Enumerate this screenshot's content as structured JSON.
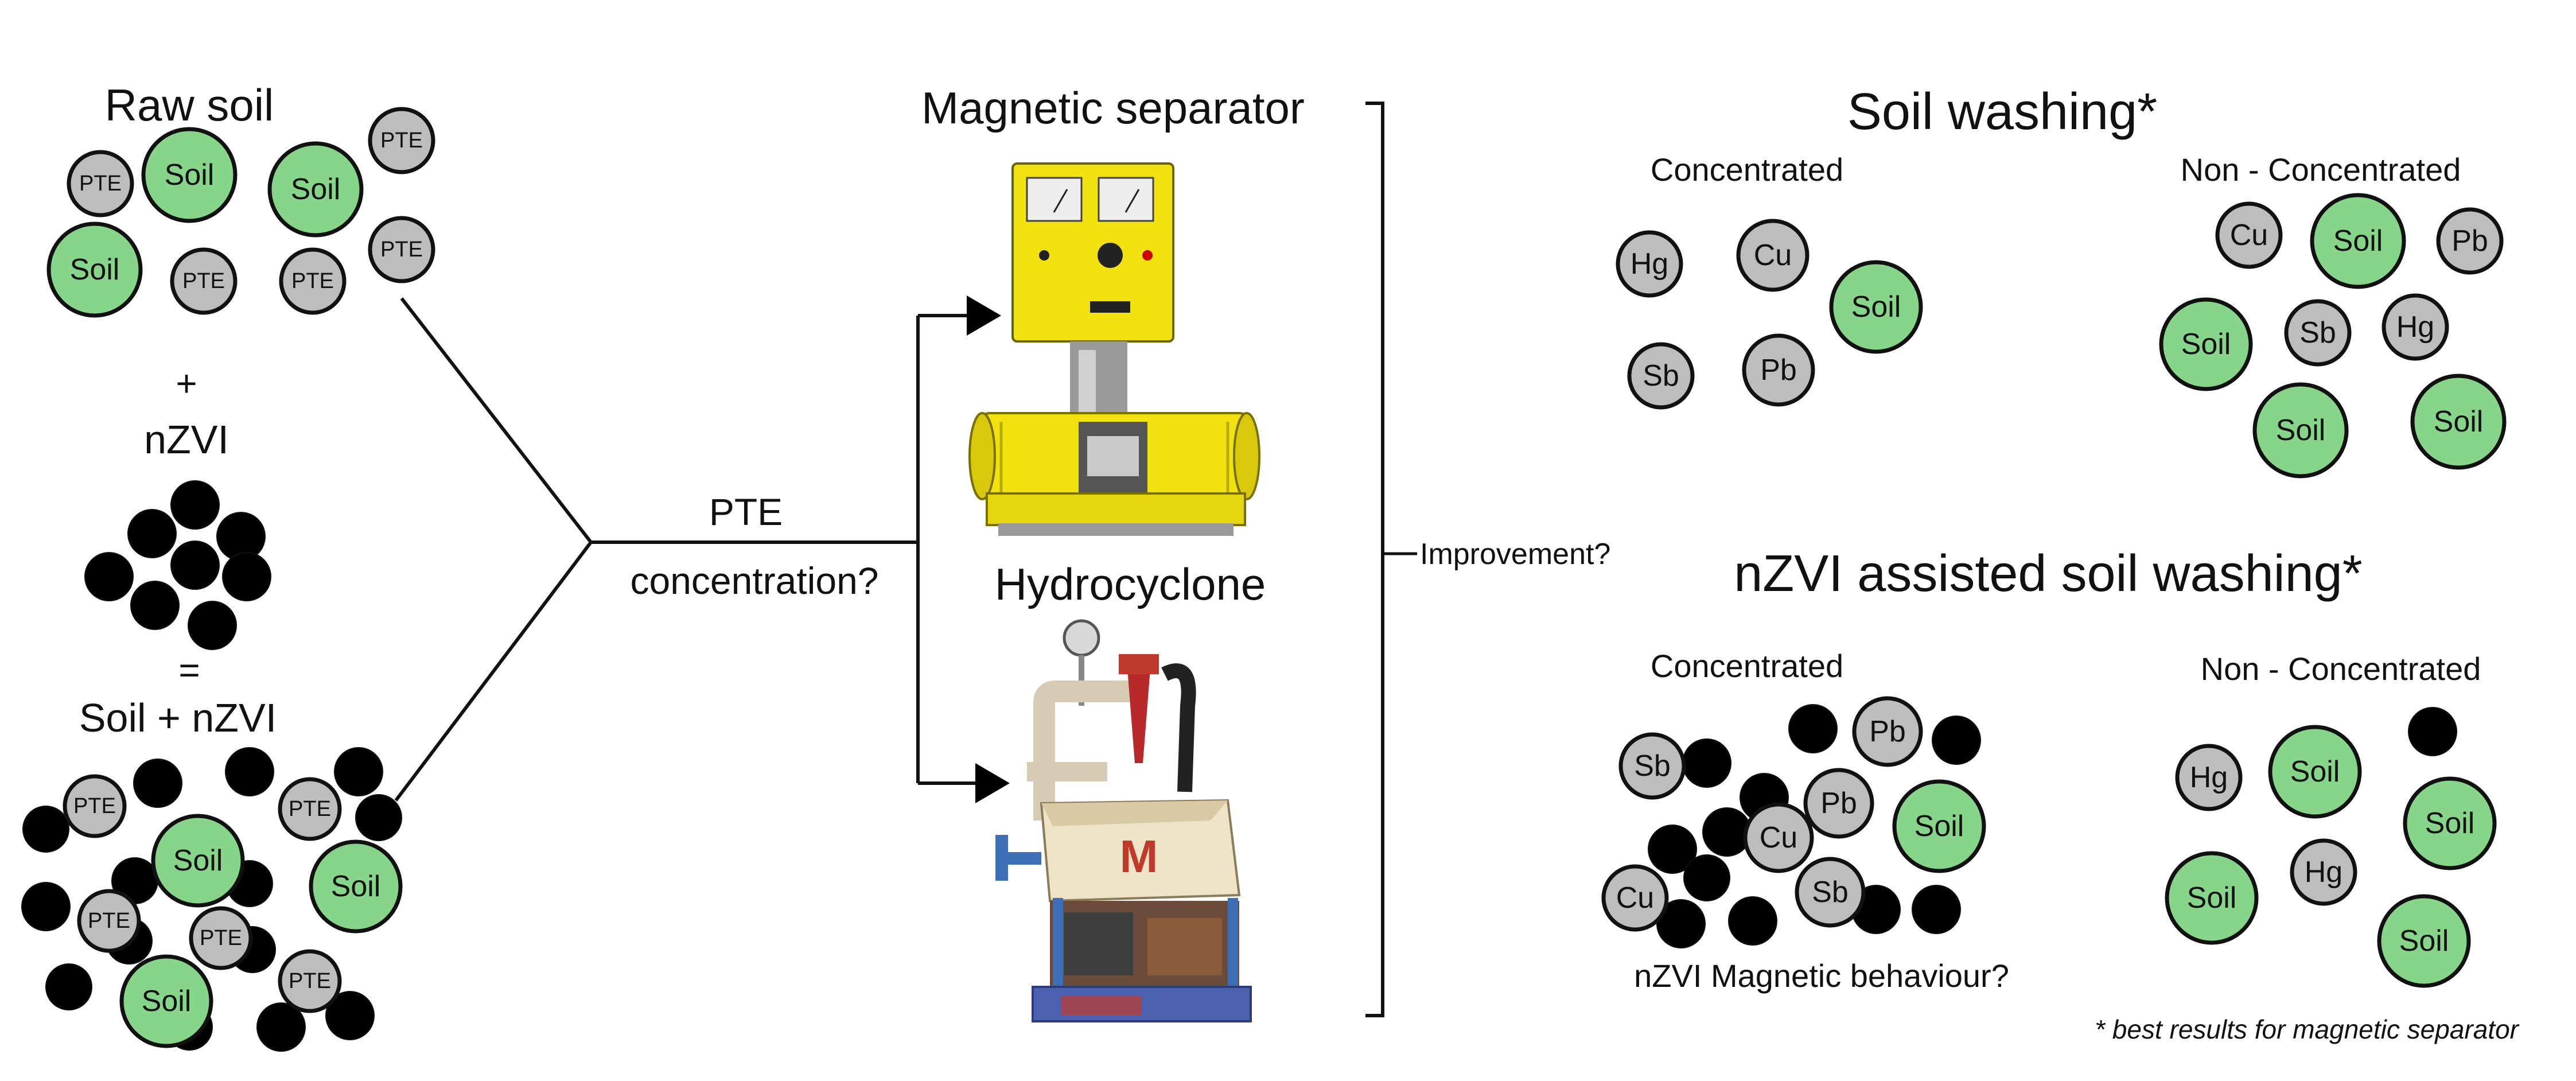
{
  "colors": {
    "soil_fill": "#86d58a",
    "pte_fill": "#bdbdbd",
    "nzvi_fill": "#000000",
    "outline": "#111111",
    "machine_yellow": "#f2e20f",
    "hydro_base_blue": "#4b61b0"
  },
  "left": {
    "raw_soil_title": "Raw soil",
    "plus": "+",
    "nzvi_title": "nZVI",
    "equals": "=",
    "mix_title": "Soil + nZVI"
  },
  "middle": {
    "pte_line1": "PTE",
    "pte_line2": "concentration?",
    "magnetic_separator_title": "Magnetic separator",
    "hydrocyclone_title": "Hydrocyclone",
    "improvement_label": "Improvement?"
  },
  "right": {
    "soil_washing_title": "Soil washing*",
    "nzvi_washing_title": "nZVI assisted soil washing*",
    "concentrated_label": "Concentrated",
    "non_concentrated_label": "Non - Concentrated",
    "magnetic_behaviour": "nZVI Magnetic behaviour?",
    "footnote": "* best results for magnetic separator"
  },
  "labels": {
    "soil": "Soil",
    "pte": "PTE",
    "hg": "Hg",
    "cu": "Cu",
    "sb": "Sb",
    "pb": "Pb"
  },
  "machine_marks": {
    "hydrocyclone_logo": "M"
  }
}
